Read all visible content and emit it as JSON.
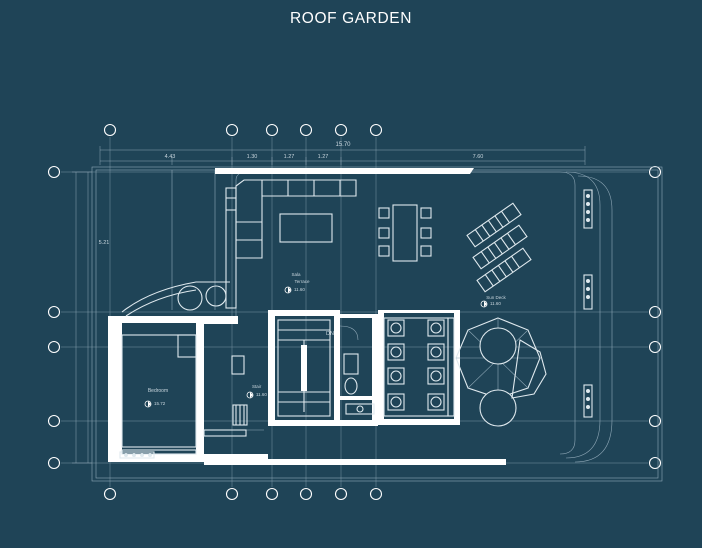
{
  "title": "ROOF GARDEN",
  "dimensions": {
    "overall": "15.70",
    "segments": [
      "4.43",
      "1.30",
      "1.27",
      "1.27",
      "7.60"
    ],
    "vertical_left": "5.21"
  },
  "rooms": {
    "stair_label": "DN",
    "bedroom_name": "Bedroom",
    "bedroom_level": "15.72",
    "terrace_name": "Sala",
    "terrace_sub": "Terrace",
    "terrace_level": "11.60",
    "deck_name": "Sun Deck",
    "deck_level": "11.60",
    "corridor_name": "Stair",
    "corridor_level": "11.60"
  }
}
